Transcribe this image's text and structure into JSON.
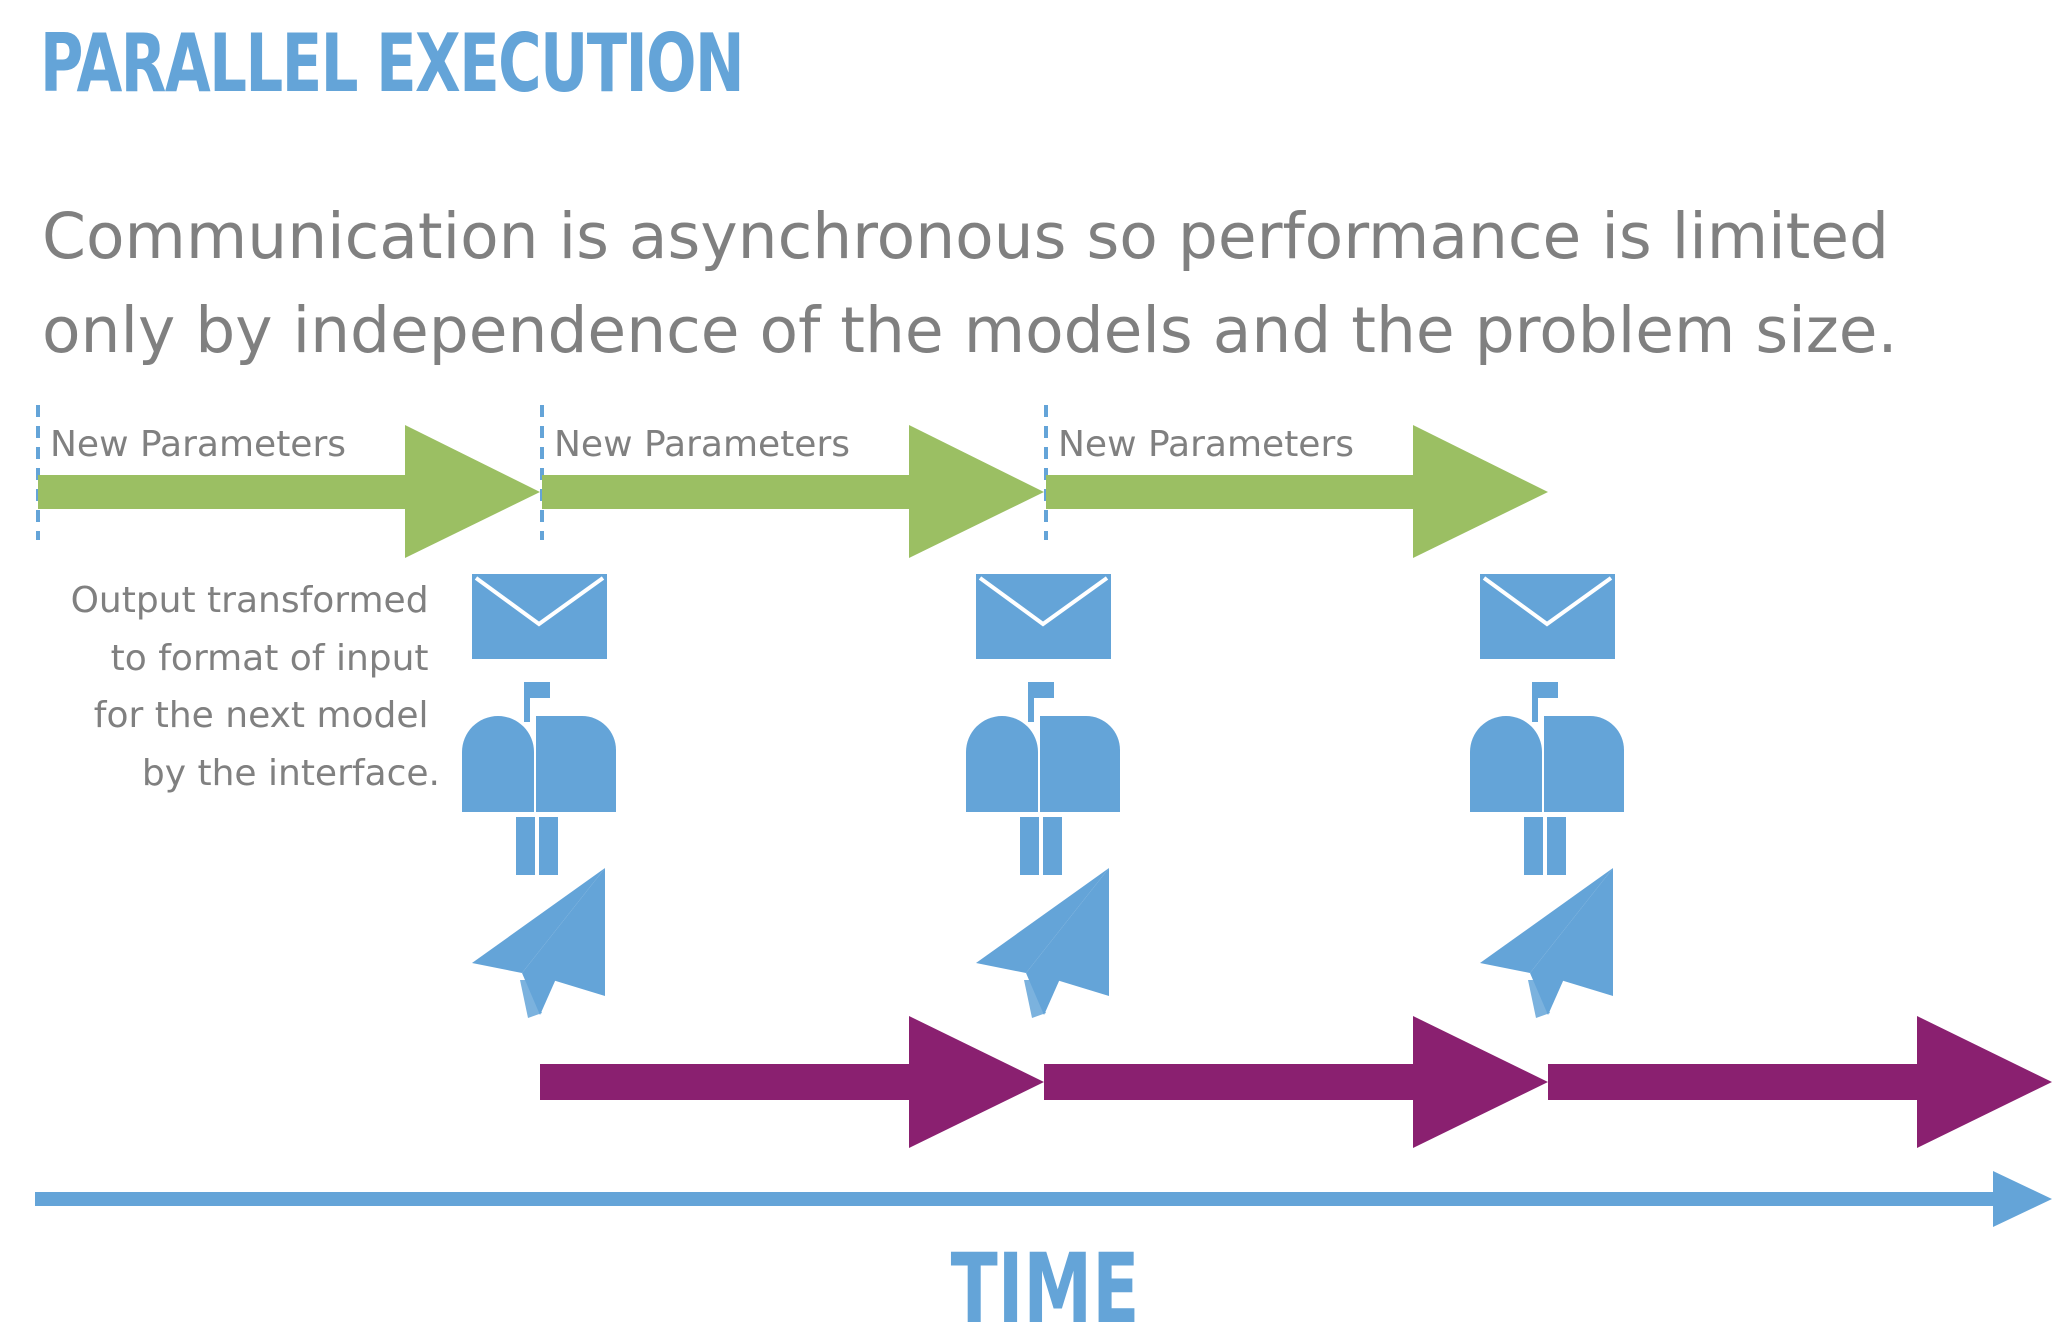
{
  "title": "PARALLEL EXECUTION",
  "body": {
    "line1": "Communication is asynchronous so performance is limited",
    "line2": "only by independence of the models and the problem size."
  },
  "param_labels": [
    "New Parameters",
    "New Parameters",
    "New Parameters"
  ],
  "note_lines": [
    "Output transformed",
    "to format of input",
    "for the next model",
    "by the interface."
  ],
  "time_label": "TIME",
  "icons": [
    "envelope-icon",
    "mailbox-icon",
    "paper-plane-icon"
  ],
  "colors": {
    "title_blue": "#64a4d8",
    "green_arrow": "#9bbf63",
    "purple_arrow": "#8a2070",
    "icon_blue": "#64a4d8",
    "text_gray": "#808080"
  }
}
